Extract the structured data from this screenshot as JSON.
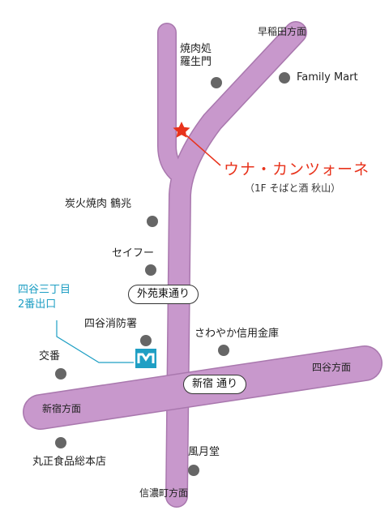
{
  "colors": {
    "road": "#c898cc",
    "road_outline": "#a978ae",
    "poi": "#666666",
    "highlight": "#e8331c",
    "exit": "#1f9fc4"
  },
  "directions": {
    "waseda": "早稲田方面",
    "yotsuya": "四谷方面",
    "shinjuku": "新宿方面",
    "shinanomachi": "信濃町方面"
  },
  "roads": {
    "gaienhigashi": "外苑東通り",
    "shinjuku": "新宿 通り"
  },
  "pois": {
    "yakiniku_rashomon": "焼肉処\n羅生門",
    "family_mart": "Family Mart",
    "tsuruchou": "炭火焼肉  鶴兆",
    "seifu": "セイフー",
    "shoubousho": "四谷消防署",
    "sawayaka": "さわやか信用金庫",
    "kouban": "交番",
    "marumasa": "丸正食品総本店",
    "fugetsudo": "風月堂"
  },
  "highlight": {
    "name": "ウナ・カンツォーネ",
    "sub": "（1F そばと酒  秋山）",
    "icon": "star-icon"
  },
  "station_exit": {
    "label": "四谷三丁目\n2番出口",
    "icon": "subway-marunouchi-icon"
  }
}
